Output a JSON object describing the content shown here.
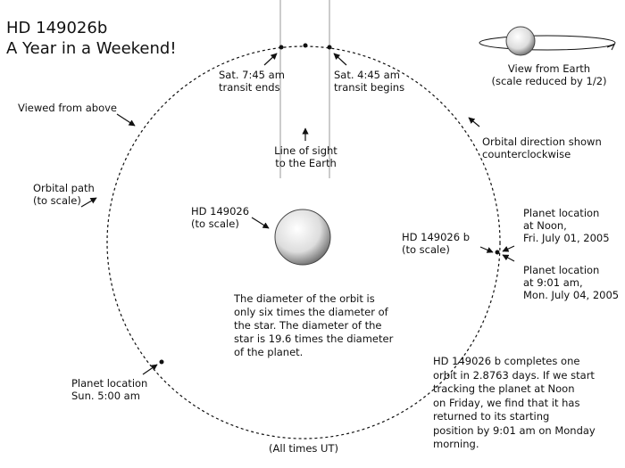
{
  "title": {
    "line1": "HD 149026b",
    "line2": "A Year in a Weekend!"
  },
  "labels": {
    "transit_end_time": "Sat. 7:45 am",
    "transit_end": "transit ends",
    "transit_begin_time": "Sat. 4:45 am",
    "transit_begin": "transit begins",
    "view_earth_1": "View from Earth",
    "view_earth_2": "(scale reduced by 1/2)",
    "viewed_above": "Viewed from above",
    "line_sight_1": "Line of sight",
    "line_sight_2": "to the Earth",
    "orbital_dir_1": "Orbital direction shown",
    "orbital_dir_2": "counterclockwise",
    "orbital_path_1": "Orbital path",
    "orbital_path_2": "(to scale)",
    "star_1": "HD 149026",
    "star_2": "(to scale)",
    "planet_1": "HD 149026 b",
    "planet_2": "(to scale)",
    "noon_1": "Planet location",
    "noon_2": "at Noon,",
    "noon_3": "Fri. July 01, 2005",
    "mon_1": "Planet location",
    "mon_2": "at 9:01 am,",
    "mon_3": "Mon. July 04, 2005",
    "diam_1": "The diameter of the orbit is",
    "diam_2": "only six times the diameter of",
    "diam_3": "the star. The diameter of the",
    "diam_4": "star is 19.6 times the diameter",
    "diam_5": "of the planet.",
    "sun_1": "Planet location",
    "sun_2": "Sun. 5:00 am",
    "comp_1": "HD 149026 b completes one",
    "comp_2": "orbit in 2.8763 days. If we start",
    "comp_3": "tracking the planet at Noon",
    "comp_4": "on Friday, we find that it has",
    "comp_5": "returned to its starting",
    "comp_6": "position by 9:01 am on Monday",
    "comp_7": "morning.",
    "all_times": "(All times UT)"
  }
}
